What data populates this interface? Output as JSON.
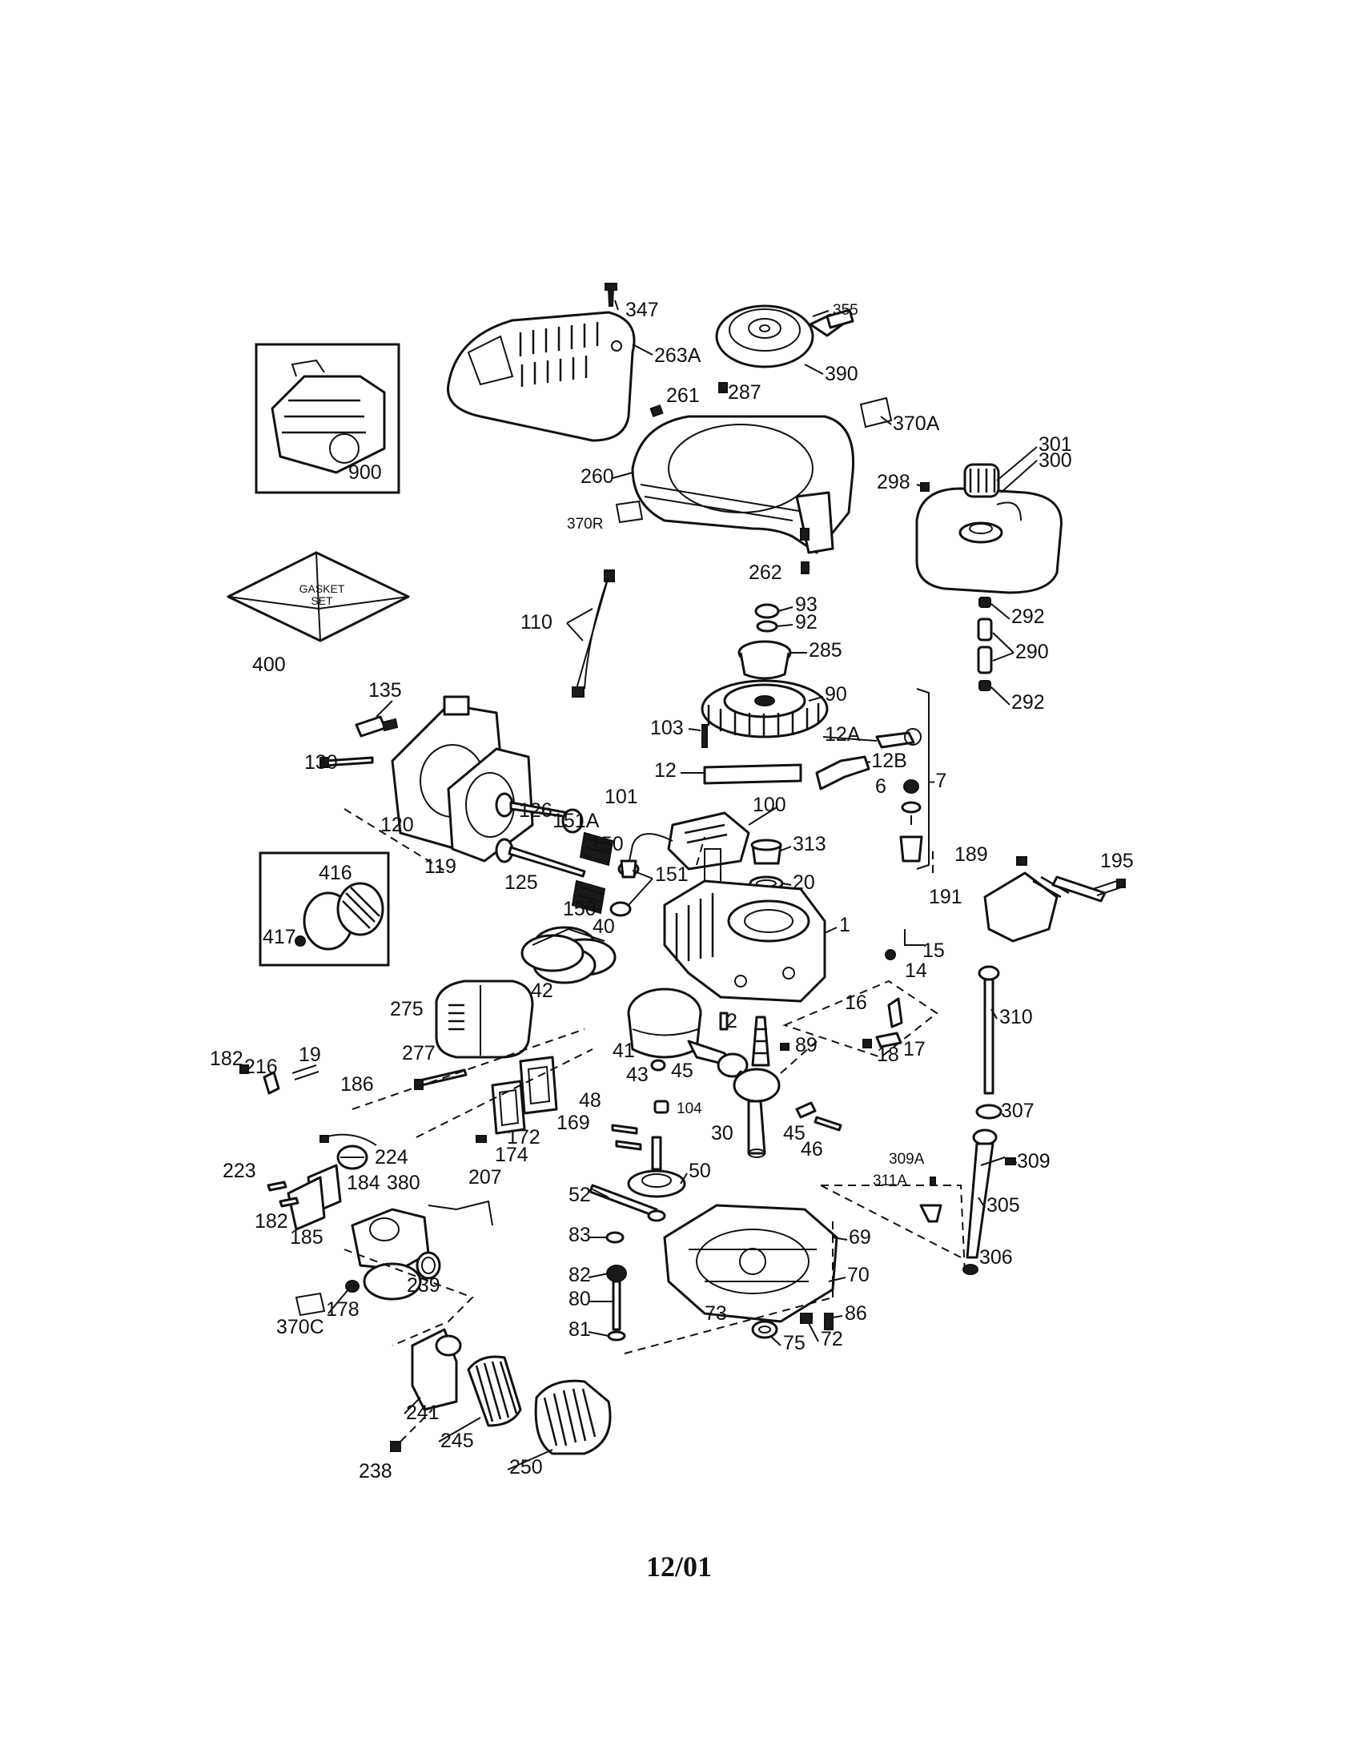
{
  "footer": {
    "date": "12/01"
  },
  "gasket_set": {
    "line1": "GASKET",
    "line2": "SET"
  },
  "callouts": {
    "c347": "347",
    "c355": "355",
    "c263A": "263A",
    "c287": "287",
    "c390": "390",
    "c261": "261",
    "c370A": "370A",
    "c260": "260",
    "c370R": "370R",
    "c262": "262",
    "c900": "900",
    "c301": "301",
    "c300": "300",
    "c298": "298",
    "c292a": "292",
    "c290": "290",
    "c292b": "292",
    "c400": "400",
    "c110": "110",
    "c93": "93",
    "c92": "92",
    "c285": "285",
    "c90": "90",
    "c135": "135",
    "c130": "130",
    "c103": "103",
    "c12A": "12A",
    "c12": "12",
    "c12B": "-12B",
    "c7": "-7",
    "c6": "6",
    "c120": "120",
    "c119": "119",
    "c126": "126",
    "c151A": "151A",
    "c101": "101",
    "c100": "100",
    "c150a": "150",
    "c313": "313",
    "c20": "20",
    "c189": "189",
    "c416": "416",
    "c125": "125",
    "c151": "151",
    "c191": "191",
    "c195": "195",
    "c417": "417",
    "c150b": "150",
    "c40": "40",
    "c1": "1",
    "c15": "15",
    "c14": "14",
    "c42": "42",
    "c275": "275",
    "c310": "310",
    "c16": "16",
    "c2": "2",
    "c89": "89",
    "c41": "41",
    "c18": "18",
    "c17": "17",
    "c277": "277",
    "c43": "43",
    "c45a": "45",
    "c182a": "182",
    "c216": "216",
    "c19": "19",
    "c186": "186",
    "c307": "307",
    "c48": "48",
    "c104": "104",
    "c30": "30",
    "c45b": "45",
    "c169": "169",
    "c172": "172",
    "c46": "46",
    "c174": "174",
    "c224": "224",
    "c309A": "309A",
    "c309": "309",
    "c223": "223",
    "c311A": "311A",
    "c50": "50",
    "c380": "380",
    "c207": "207",
    "c184": "184",
    "c52": "52",
    "c305": "305",
    "c182b": "182",
    "c185": "185",
    "c83": "83",
    "c69": "69",
    "c306": "306",
    "c239": "239",
    "c82": "82",
    "c70": "70",
    "c178": "178",
    "c80": "80",
    "c370C": "370C",
    "c73": "73",
    "c86": "86",
    "c81": "81",
    "c75": "75",
    "c72": "72",
    "c241": "241",
    "c245": "245",
    "c238": "238",
    "c250": "250"
  }
}
